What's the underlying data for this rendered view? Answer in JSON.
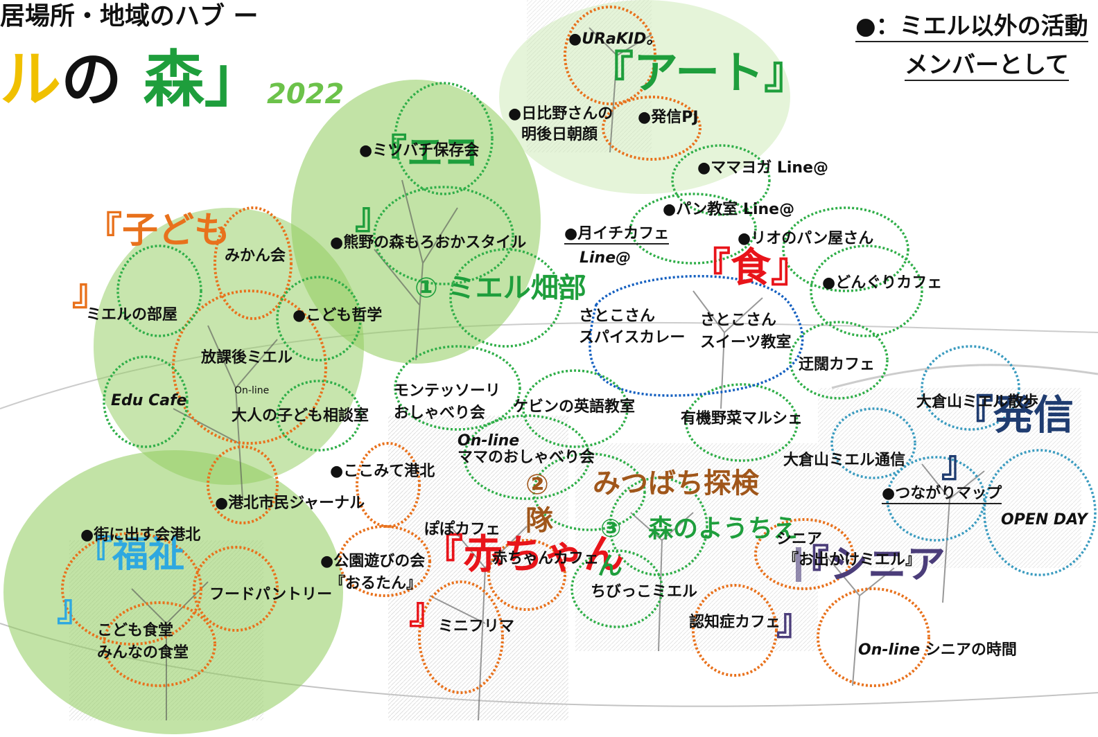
{
  "header": {
    "subtitle": "居場所・地域のハブ ー",
    "title_part1": "ル",
    "title_part2": "の ",
    "title_part3": "森",
    "title_part4": "」",
    "year": "2022",
    "legend_line1": "●：ミエル以外の活動",
    "legend_line2": "メンバーとして"
  },
  "categories": {
    "art": "『アート』",
    "eco_open": "『エコ",
    "eco_close": "』",
    "kodomo_open": "『子ども",
    "kodomo_close": "』",
    "shoku": "『食』",
    "hasshin_open": "『発信",
    "hasshin_close": "』",
    "fukushi_open": "『福祉",
    "fukushi_close": "』",
    "akachan_open": "『赤ちゃん",
    "akachan_close": "』",
    "senior": "『シニア",
    "senior_close": "』"
  },
  "clubs": {
    "hatake": "① ミエル畑部",
    "mitsubachi_num": "②",
    "mitsubachi": "みつばち探検",
    "mitsubachi_tai": "隊",
    "youchien_num": "③",
    "youchien": "森のようちえ",
    "youchien_n": "ん"
  },
  "items": {
    "urakid": "●URaKID。",
    "hibino_1": "●日比野さんの",
    "hibino_2": "明後日朝顔",
    "hasshin_pj": "●発信PJ",
    "mitsubachi_hozon": "●ミツバチ保存会",
    "mamayoga": "●ママヨガ Line@",
    "pan_kyoushitsu": "●パン教室 Line@",
    "rio": "●リオのパン屋さん",
    "tsukiichi_1": "●月イチカフェ",
    "tsukiichi_2": "Line@",
    "kumano": "●熊野の森もろおかスタイル",
    "dongri": "●どんぐりカフェ",
    "mikankai": "みかん会",
    "mieru_heya": "ミエルの部屋",
    "kodomo_tetsugaku": "●こども哲学",
    "satoko_spice_1": "さとこさん",
    "satoko_spice_2": "スパイスカレー",
    "satoko_sweets_1": "さとこさん",
    "satoko_sweets_2": "スイーツ教室",
    "houkago": "放課後ミエル",
    "ukatsu": "迂闊カフェ",
    "online_small": "On-line",
    "edu_cafe": "Edu Cafe",
    "otona": "大人の子ども相談室",
    "montessori_1": "モンテッソーリ",
    "montessori_2": "おしゃべり会",
    "kevin": "ケビンの英語教室",
    "yuuki": "有機野菜マルシェ",
    "okurayama_sanpo": "大倉山ミエル散歩",
    "mama_online": "On-line",
    "mama_oshaberi": "ママのおしゃべり会",
    "cocomite": "●ここみて港北",
    "okurayama_tsushin": "大倉山ミエル通信",
    "tsunagari": "●つながりマップ",
    "kouhoku_journal": "●港北市民ジャーナル",
    "open_day": "OPEN DAY",
    "machi": "●街に出す会港北",
    "popo_cafe": "ぽぽカフェ",
    "akachan_cafe": "赤ちゃんカフェ",
    "senior_label": "シニア",
    "odekake": "『お出かけミエル』",
    "kouen_1": "●公園遊びの会",
    "kouen_2": "『おるたん』",
    "food_pantry": "フードパントリー",
    "chibikko": "ちびっこミエル",
    "ninchisho": "認知症カフェ",
    "kodomo_shokudo_1": "こども食堂",
    "kodomo_shokudo_2": "みんなの食堂",
    "mini_flea": "ミニフリマ",
    "senior_jikan_1": "On-line",
    "senior_jikan_2": "シニアの時間"
  },
  "colors": {
    "green_blob": "#8fcc5c",
    "orange": "#e8711c",
    "dot_green": "#2fae48",
    "cat_green": "#1e9e3c",
    "red": "#e8141a",
    "navy": "#1f3c70",
    "cyan": "#2ea8e0",
    "purple": "#4b3d7a",
    "brown": "#a0561a",
    "yellow": "#f0c000",
    "year_green": "#6cc24a",
    "blue_dot": "#1560c0",
    "teal_dot": "#3a9bbf"
  }
}
